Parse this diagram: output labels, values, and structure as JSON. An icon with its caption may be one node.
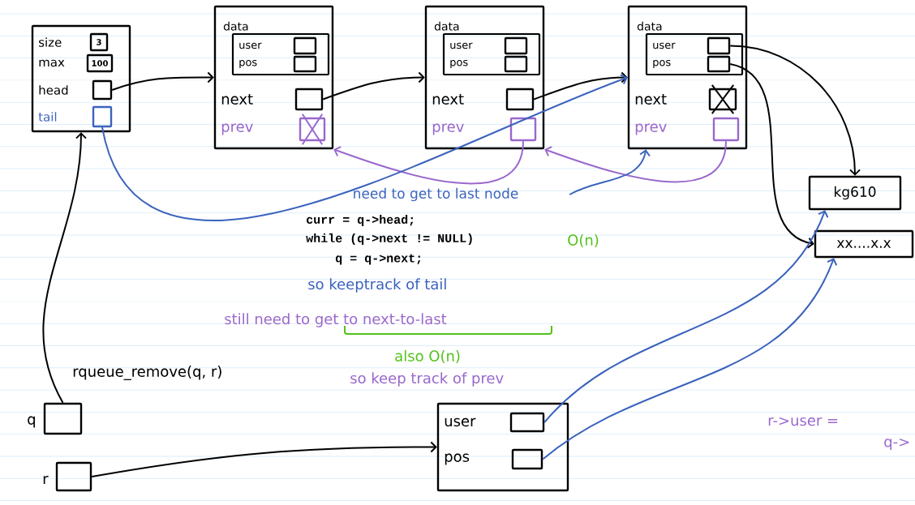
{
  "diagram": {
    "nodes": [
      {
        "text": [],
        "shape": "box"
      },
      {
        "text": [
          "3"
        ],
        "beside": [
          "size"
        ],
        "in": 0
      },
      {
        "text": [
          "100"
        ],
        "beside": [
          "max"
        ],
        "in": 0
      },
      {
        "text": [],
        "shape": "box",
        "beside": [
          "head"
        ],
        "in": 0
      },
      {
        "text": [],
        "shape": "box",
        "beside": [
          "tail"
        ],
        "in": 0
      },
      {
        "text": [],
        "shape": "box"
      },
      {
        "text": [
          "data"
        ],
        "in": 5
      },
      {
        "text": [],
        "shape": "box",
        "beside": [
          "user"
        ],
        "in": 6
      },
      {
        "text": [],
        "shape": "box",
        "beside": [
          "pos"
        ],
        "in": 6
      },
      {
        "text": [],
        "shape": "box",
        "beside": [
          "next"
        ],
        "in": 5
      },
      {
        "text": [],
        "shape": "box",
        "beside": [
          "prev"
        ],
        "in": 5
      },
      {
        "text": [],
        "shape": "box"
      },
      {
        "text": [
          "data"
        ],
        "in": 11
      },
      {
        "text": [],
        "shape": "box",
        "beside": [
          "user"
        ],
        "in": 12
      },
      {
        "text": [],
        "shape": "box",
        "beside": [
          "pos"
        ],
        "in": 12
      },
      {
        "text": [],
        "shape": "box",
        "beside": [
          "next"
        ],
        "in": 11
      },
      {
        "text": [],
        "shape": "box",
        "beside": [
          "prev"
        ],
        "in": 11
      },
      {
        "text": [],
        "shape": "box"
      },
      {
        "text": [
          "data"
        ],
        "in": 17
      },
      {
        "text": [],
        "shape": "box",
        "beside": [
          "user"
        ],
        "in": 18
      },
      {
        "text": [],
        "shape": "box",
        "beside": [
          "pos"
        ],
        "in": 18
      },
      {
        "text": [],
        "shape": "box",
        "beside": [
          "next"
        ],
        "in": 17
      },
      {
        "text": [],
        "shape": "box",
        "beside": [
          "prev"
        ],
        "in": 17
      },
      {
        "text": [
          "kg610"
        ]
      },
      {
        "text": [
          "xx....x.x"
        ]
      },
      {
        "text": [
          "need to get to last node"
        ]
      },
      {
        "text": [],
        "shape": "box",
        "beside": [
          "q"
        ]
      },
      {
        "text": [],
        "shape": "box",
        "beside": [
          "r"
        ]
      },
      {
        "text": [],
        "shape": "box"
      },
      {
        "text": [],
        "shape": "box",
        "beside": [
          "user"
        ],
        "in": 28
      },
      {
        "text": [],
        "shape": "box",
        "beside": [
          "pos"
        ],
        "in": 28
      }
    ],
    "edges": [
      {
        "from": 3,
        "to": 5,
        "arrow": "to"
      },
      {
        "from": 9,
        "to": 11,
        "arrow": "to"
      },
      {
        "from": 15,
        "to": 17,
        "arrow": "to"
      },
      {
        "from": 19,
        "to": 23,
        "arrow": "to"
      },
      {
        "from": 20,
        "to": 24,
        "arrow": "to"
      },
      {
        "from": 16,
        "to": 5,
        "arrow": "to",
        "color": "#9a68cc"
      },
      {
        "from": 22,
        "to": 11,
        "arrow": "to",
        "color": "#9a68cc"
      },
      {
        "from": 4,
        "to": 17,
        "arrow": "to",
        "color": "#3b63bd"
      },
      {
        "from": 25,
        "to": 17,
        "arrow": "to",
        "color": "#3b63bd"
      },
      {
        "from": 26,
        "to": 0,
        "arrow": "to"
      },
      {
        "from": 27,
        "to": 28,
        "arrow": "to"
      },
      {
        "from": 29,
        "to": 23,
        "arrow": "to",
        "color": "#3b63bd"
      },
      {
        "from": 30,
        "to": 24,
        "arrow": "to",
        "color": "#3b63bd"
      }
    ],
    "labels": [
      "curr = q->head;",
      "while (q->next != NULL)",
      "q = q->next;",
      "O(n)",
      "so keeptrack of tail",
      "still need to get to next-to-last",
      "also O(n)",
      "rqueue_remove(q, r)",
      "so keep track of prev",
      "r->user =",
      "q->"
    ]
  }
}
